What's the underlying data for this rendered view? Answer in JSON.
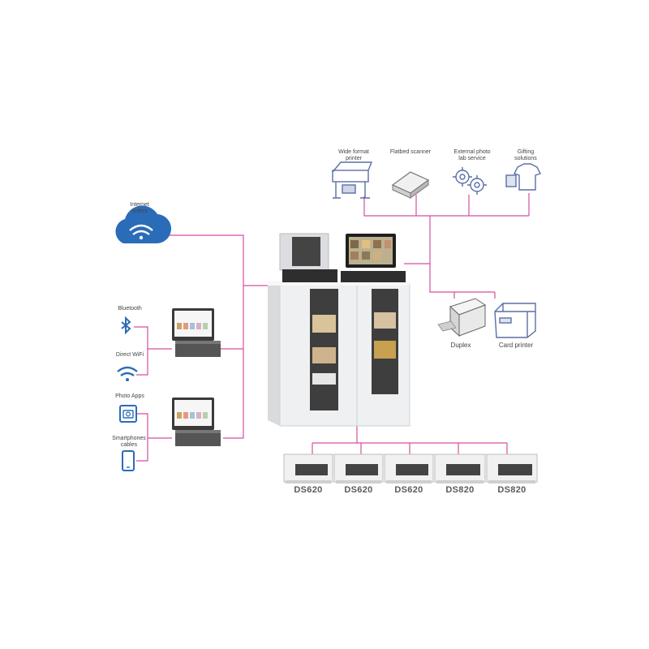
{
  "colors": {
    "connector": "#d44fa0",
    "icon_blue": "#2b6cb8",
    "cabinet": "#eef0f1",
    "dark": "#4a4a4a"
  },
  "sources": {
    "internet": "Internet orders",
    "bluetooth": "Bluetooth",
    "wifi": "Direct WiFi",
    "apps": "Photo Apps",
    "phones": "Smartphones cables"
  },
  "peripherals": {
    "wide": "Wide format printer",
    "flatbed": "Flatbed scanner",
    "lab": "External photo lab service",
    "gifting": "Gifting solutions",
    "duplex": "Duplex",
    "card": "Card printer"
  },
  "printers": [
    "DS620",
    "DS620",
    "DS620",
    "DS820",
    "DS820"
  ],
  "icons": [
    "cloud-wifi-icon",
    "bluetooth-icon",
    "wifi-icon",
    "camera-app-icon",
    "smartphone-icon",
    "wide-format-printer-icon",
    "flatbed-scanner-icon",
    "gears-icon",
    "gifting-icon",
    "duplex-printer-icon",
    "card-printer-icon"
  ]
}
